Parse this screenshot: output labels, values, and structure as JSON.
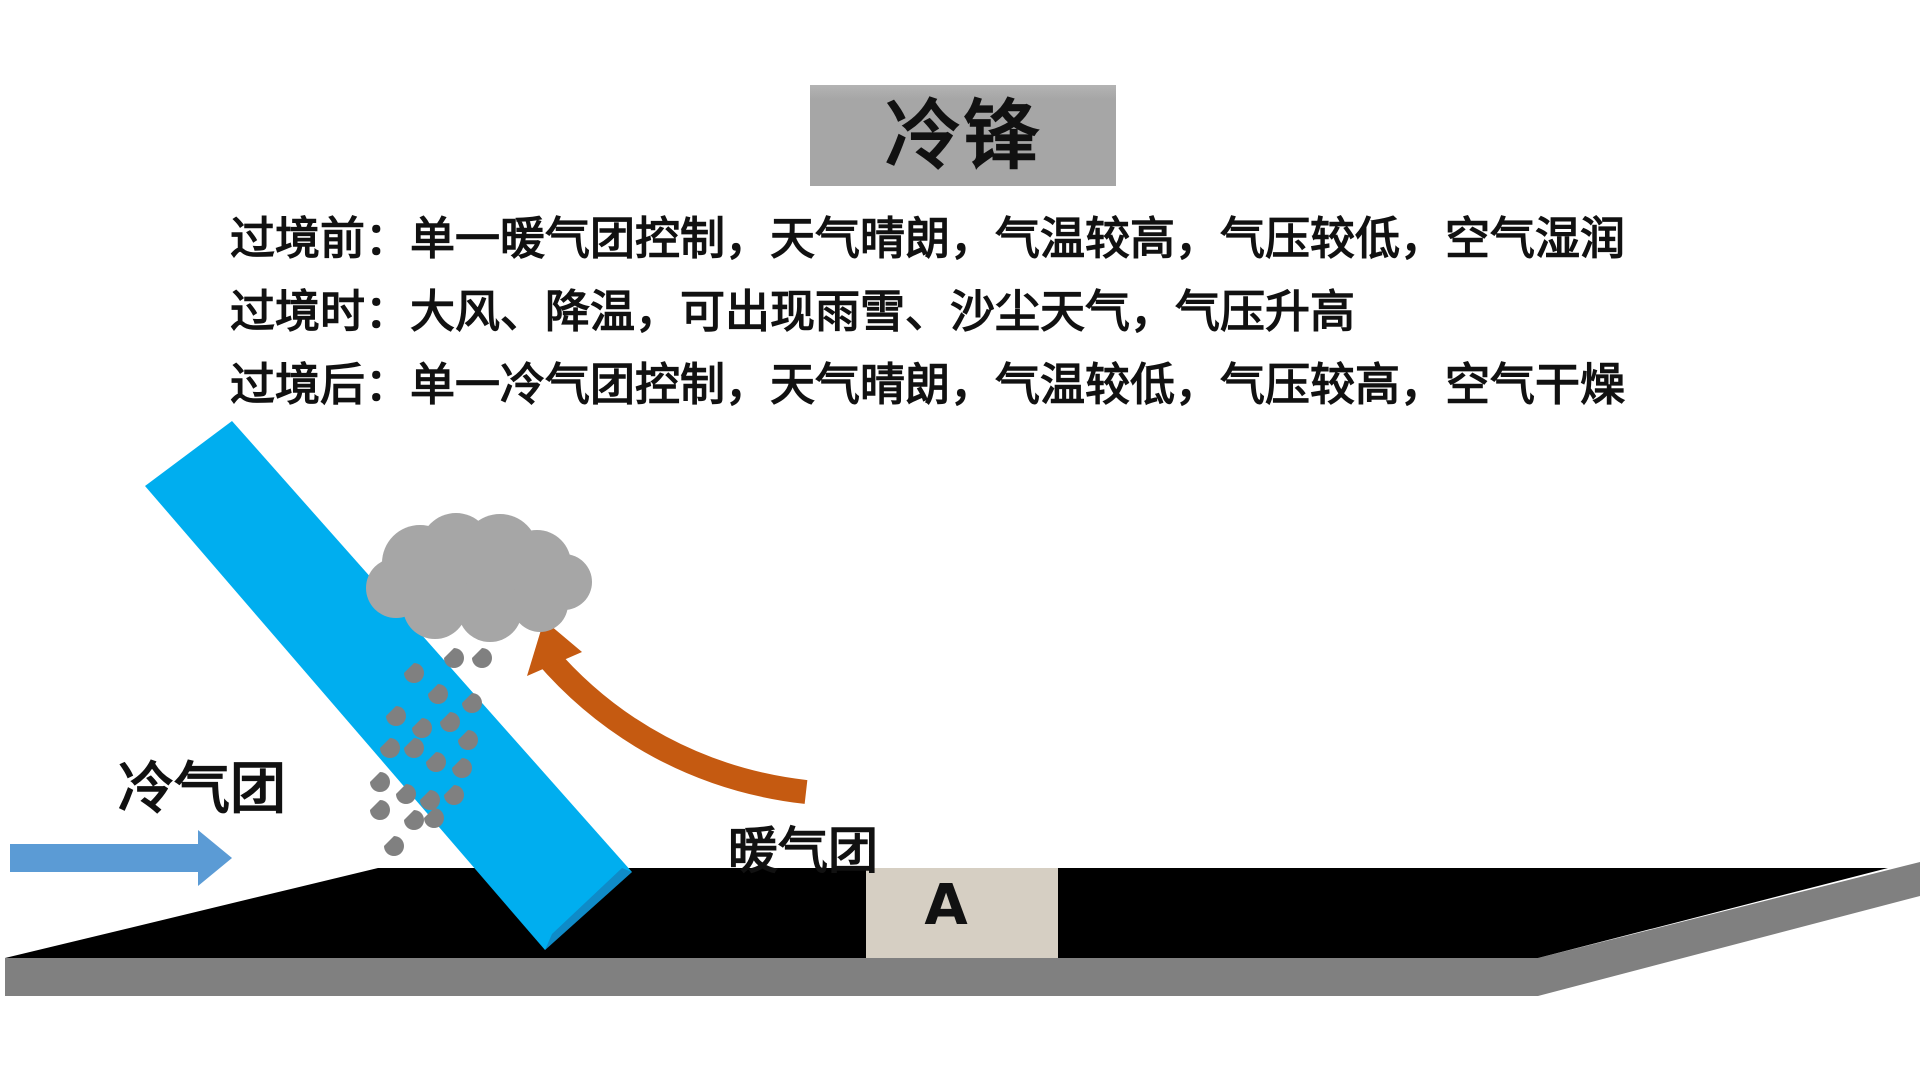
{
  "title": "冷锋",
  "description": [
    {
      "label": "过境前",
      "separator": "：",
      "text": "单一暖气团控制，天气晴朗，气温较高，气压较低，空气湿润"
    },
    {
      "label": "过境时",
      "separator": "：",
      "text": "大风、降温，可出现雨雪、沙尘天气，气压升高"
    },
    {
      "label": "过境后",
      "separator": "：",
      "text": "单一冷气团控制，天气晴朗，气温较低，气压较高，空气干燥"
    }
  ],
  "diagram": {
    "cold_air_label": "冷气团",
    "warm_air_label": "暖气团",
    "location_label": "A",
    "colors": {
      "cold_front": "#00aeef",
      "cold_arrow": "#5b9bd5",
      "warm_arrow": "#c55a11",
      "cloud": "#a6a6a6",
      "rain": "#808080",
      "ground_top": "#000000",
      "ground_side": "#808080",
      "location_box": "#d6cfc3"
    },
    "icons": [
      "cloud-icon",
      "rain-drops-icon",
      "right-arrow-icon",
      "curved-arrow-icon"
    ]
  }
}
